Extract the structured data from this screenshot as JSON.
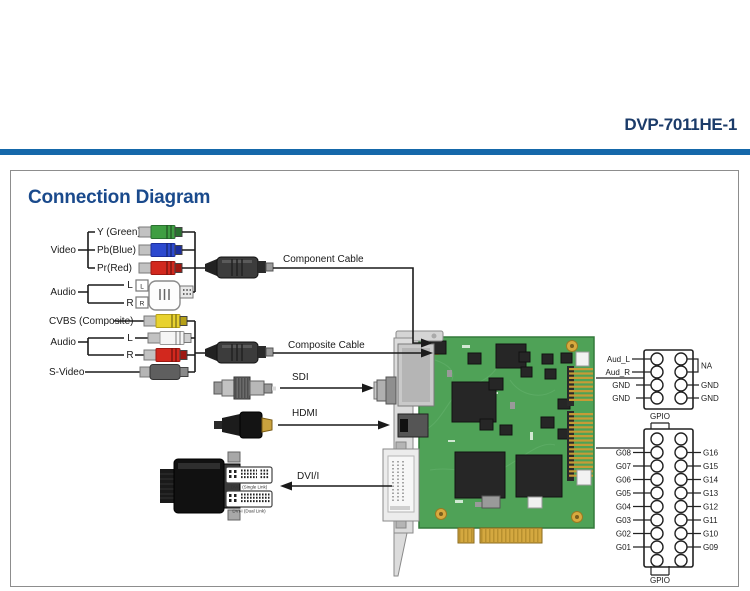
{
  "header": {
    "model": "DVP-7011HE-1"
  },
  "title": "Connection Diagram",
  "component_group": {
    "video_label": "Video",
    "channels": [
      "Y (Green)",
      "Pb(Blue)",
      "Pr(Red)"
    ],
    "audio_label": "Audio",
    "left_label": "L",
    "right_label": "R",
    "breakout": {
      "l": "L",
      "r": "R"
    },
    "cable_label": "Component Cable"
  },
  "composite_group": {
    "cvbs_label": "CVBS (Composite)",
    "audio_label": "Audio",
    "left_label": "L",
    "right_label": "R",
    "svideo_label": "S-Video",
    "cable_label": "Composite Cable"
  },
  "ports": {
    "sdi": "SDI",
    "hdmi": "HDMI",
    "dvi": "DVI/I",
    "dvi_single_link": "DVI-I (Single Link)",
    "dvi_dual_link": "DVI-I (Dual Link)"
  },
  "audio_header": {
    "left_labels": [
      "Aud_L",
      "Aud_R",
      "GND",
      "GND"
    ],
    "na_label": "NA",
    "right_labels": [
      "GND",
      "GND"
    ]
  },
  "gpio_header": {
    "top_label": "GPIO",
    "bottom_label": "GPIO",
    "left_labels": [
      "G08",
      "G07",
      "G06",
      "G05",
      "G04",
      "G03",
      "G02",
      "G01"
    ],
    "right_labels": [
      "G16",
      "G15",
      "G14",
      "G13",
      "G12",
      "G11",
      "G10",
      "G09"
    ]
  },
  "colors": {
    "accent_blue": "#1568aa",
    "heading_navy": "#1b3b69",
    "title_blue": "#1a4a8c",
    "pcb_green": "#4fa257",
    "rca_green": "#3f9e42",
    "rca_blue": "#2c49cf",
    "rca_red": "#d2281e",
    "rca_yellow": "#e8d22f",
    "rca_white": "#f5f5f5",
    "svideo_gray": "#5f5f5f",
    "gold": "#c9a23e"
  }
}
